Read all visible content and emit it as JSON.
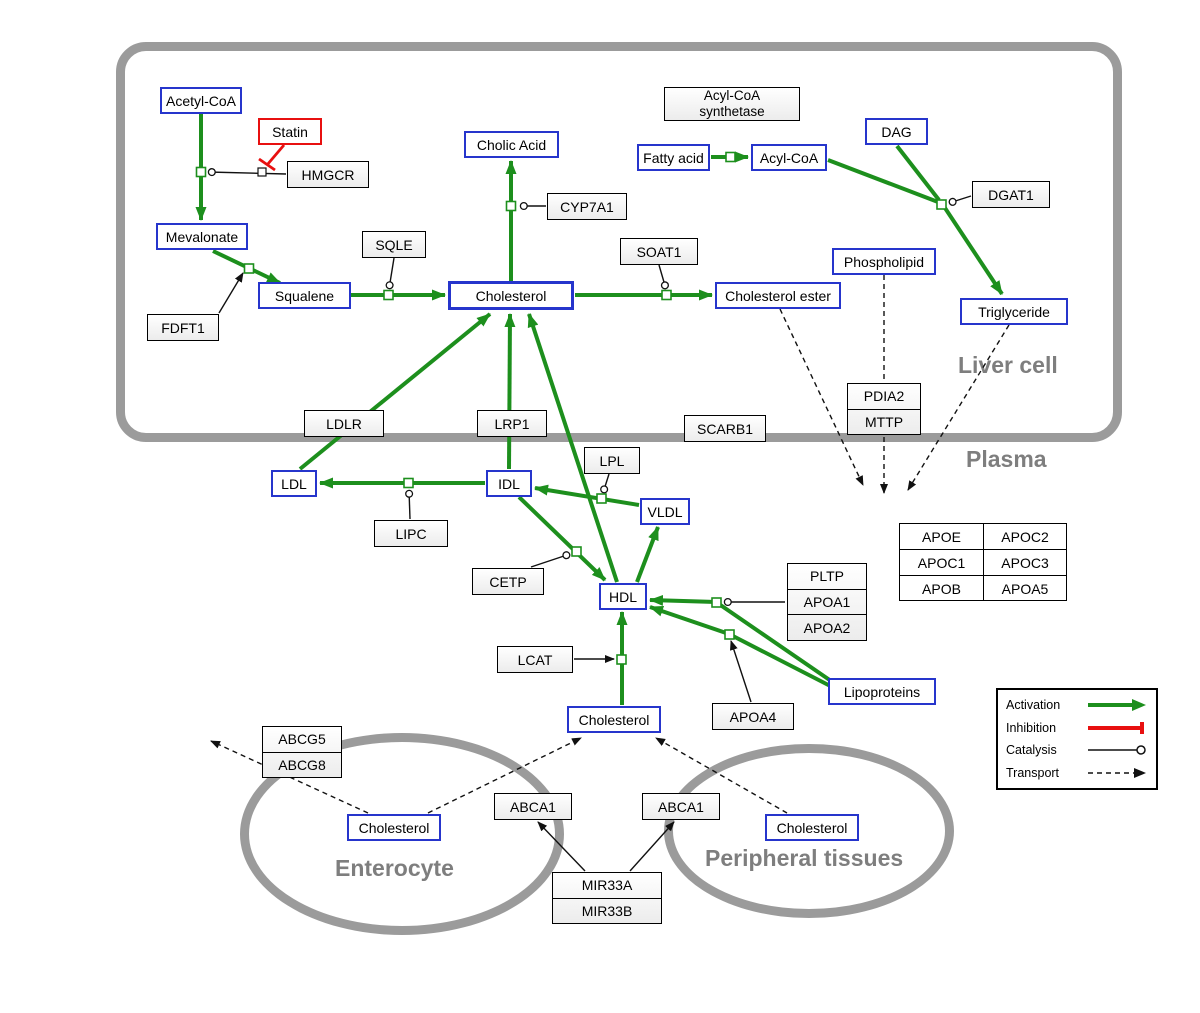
{
  "compartments": {
    "liver": "Liver cell",
    "plasma": "Plasma",
    "enterocyte": "Enterocyte",
    "peripheral": "Peripheral tissues"
  },
  "metabolites": {
    "acetyl_coa": "Acetyl-CoA",
    "mevalonate": "Mevalonate",
    "squalene": "Squalene",
    "cholic_acid": "Cholic Acid",
    "cholesterol_liver": "Cholesterol",
    "fatty_acid": "Fatty acid",
    "acyl_coa": "Acyl-CoA",
    "dag": "DAG",
    "phospholipid": "Phospholipid",
    "cholesterol_ester": "Cholesterol ester",
    "triglyceride": "Triglyceride",
    "ldl": "LDL",
    "idl": "IDL",
    "vldl": "VLDL",
    "hdl": "HDL",
    "lipoproteins": "Lipoproteins",
    "cholesterol_plasma": "Cholesterol",
    "cholesterol_enterocyte": "Cholesterol",
    "cholesterol_peripheral": "Cholesterol"
  },
  "genes": {
    "statin": "Statin",
    "hmgcr": "HMGCR",
    "sqle": "SQLE",
    "fdft1": "FDFT1",
    "cyp7a1": "CYP7A1",
    "acyl_coa_synthetase_line1": "Acyl-CoA",
    "acyl_coa_synthetase_line2": "synthetase",
    "soat1": "SOAT1",
    "dgat1": "DGAT1",
    "ldlr": "LDLR",
    "lrp1": "LRP1",
    "scarb1": "SCARB1",
    "pdia2": "PDIA2",
    "mttp": "MTTP",
    "lpl": "LPL",
    "lipc": "LIPC",
    "cetp": "CETP",
    "lcat": "LCAT",
    "pltp": "PLTP",
    "apoa1": "APOA1",
    "apoa2": "APOA2",
    "apoa4": "APOA4",
    "abcg5": "ABCG5",
    "abcg8": "ABCG8",
    "abca1_enterocyte": "ABCA1",
    "abca1_peripheral": "ABCA1",
    "mir33a": "MIR33A",
    "mir33b": "MIR33B"
  },
  "apo_table": [
    [
      "APOE",
      "APOC2"
    ],
    [
      "APOC1",
      "APOC3"
    ],
    [
      "APOB",
      "APOA5"
    ]
  ],
  "legend": {
    "activation": "Activation",
    "inhibition": "Inhibition",
    "catalysis": "Catalysis",
    "transport": "Transport"
  },
  "colors": {
    "activation_green": "#1d8f1d",
    "inhibition_red": "#e81010",
    "metabolite_border_blue": "#2635cc",
    "compartment_gray": "#9b9b9b"
  }
}
